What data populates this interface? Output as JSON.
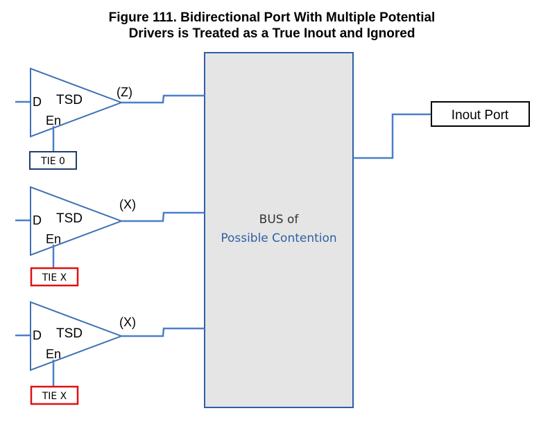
{
  "figure": {
    "title_line1": "Figure 111. Bidirectional Port With Multiple Potential",
    "title_line2": "Drivers is Treated as a True Inout and Ignored"
  },
  "drivers": [
    {
      "output_state": "(Z)",
      "block": "TSD",
      "data_pin": "D",
      "enable_pin": "En",
      "tie": "TIE 0"
    },
    {
      "output_state": "(X)",
      "block": "TSD",
      "data_pin": "D",
      "enable_pin": "En",
      "tie": "TIE X"
    },
    {
      "output_state": "(X)",
      "block": "TSD",
      "data_pin": "D",
      "enable_pin": "En",
      "tie": "TIE X"
    }
  ],
  "bus": {
    "line1": "BUS of",
    "line2": "Possible Contention"
  },
  "port": {
    "label": "Inout Port"
  },
  "colors": {
    "wire": "#4a7ec9",
    "buffer_stroke": "#3d6fb5",
    "bus_fill": "#e5e5e5",
    "bus_stroke": "#2e5fa3",
    "bus_text_dark": "#333333",
    "bus_text_blue": "#2e5fa3",
    "tie_ok_stroke": "#1f3d6b",
    "tie_bad_stroke": "#e01010"
  }
}
